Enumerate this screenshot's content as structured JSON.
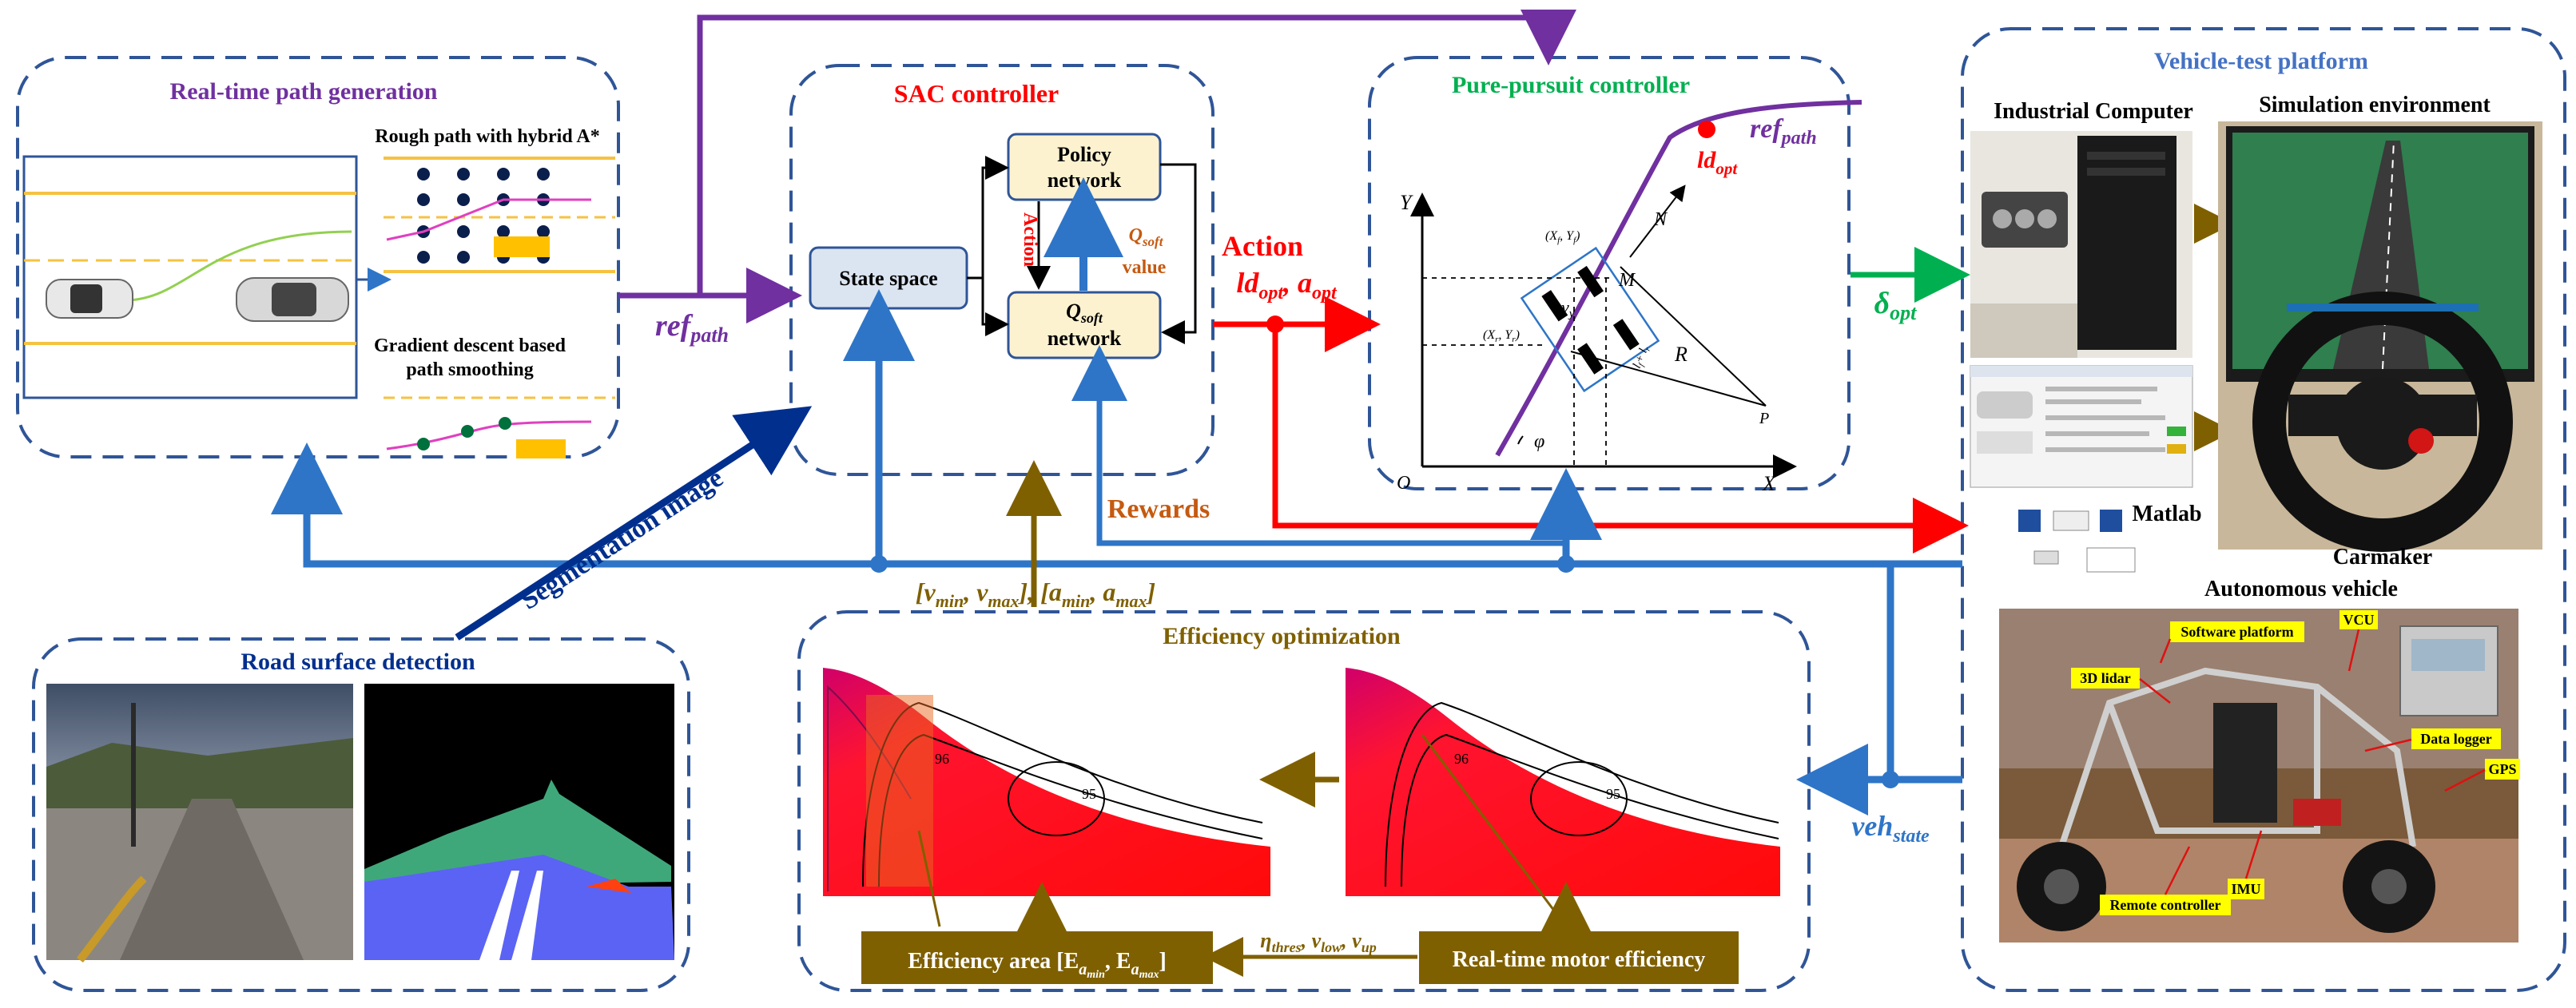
{
  "colors": {
    "frame": "#2f5597",
    "purple": "#7030a0",
    "blue": "#2e75c8",
    "red": "#ff0000",
    "green": "#00b050",
    "navy": "#002f8e",
    "brown": "#7f6000",
    "orange": "#c55a11",
    "node_fill": "#fdf2d0",
    "state_fill": "#dbe5f1"
  },
  "panels": {
    "path_gen": {
      "title": "Real-time path generation",
      "rough_label": "Rough path with hybrid  A*",
      "smooth_label_1": "Gradient descent based",
      "smooth_label_2": "path smoothing"
    },
    "sac": {
      "title": "SAC controller",
      "state_space": "State space",
      "policy_1": "Policy",
      "policy_2": "network",
      "q_1": "Q",
      "q_sub": "soft",
      "q_2": "network",
      "action_vert": "Action",
      "qsoft_value_1": "Q",
      "qsoft_value_sub": "soft",
      "qsoft_value_2": "value"
    },
    "pure_pursuit": {
      "title": "Pure-pursuit controller",
      "ref": "ref",
      "ref_sub": "path",
      "ld": "ld",
      "ld_sub": "opt",
      "axis_y": "Y",
      "axis_x": "X",
      "origin": "O",
      "label_N": "N",
      "label_M": "M",
      "label_R": "R",
      "label_P": "P",
      "label_phi": "φ",
      "label_vy": "v",
      "label_vy_sub": "y",
      "label_front": "(X",
      "label_front_sub": "f",
      "label_front_tail": ", Y",
      "label_front_sub2": "f",
      "label_front_end": ")",
      "label_rear": "(X",
      "label_rear_sub": "r",
      "label_rear_tail": ", Y",
      "label_rear_sub2": "r",
      "label_rear_end": ")",
      "label_lf": "l",
      "label_lf_sub": "f",
      "label_lr": "+ l",
      "label_lr_sub": "r"
    },
    "vehicle": {
      "title": "Vehicle-test platform",
      "industrial": "Industrial Computer",
      "simulation": "Simulation environment",
      "matlab": "Matlab",
      "carmaker": "Carmaker",
      "autonomous": "Autonomous vehicle",
      "callouts": [
        "Software platform",
        "VCU",
        "3D lidar",
        "Data logger",
        "GPS",
        "Remote controller",
        "IMU"
      ]
    },
    "road": {
      "title": "Road surface detection"
    },
    "efficiency": {
      "title": "Efficiency optimization",
      "area_1": "Efficiency area [E",
      "area_sub": "a",
      "area_subsub_min": "min",
      "area_mid": ", E",
      "area_subsub_max": "max",
      "area_end": "]",
      "motor": "Real-time motor efficiency",
      "contour_label": "96",
      "contour_label_2": "95"
    }
  },
  "arrows": {
    "ref_path": "ref",
    "ref_path_sub": "path",
    "action": "Action",
    "ld_opt": "ld",
    "ld_opt_sub": "opt",
    "a_opt": ", a",
    "a_opt_sub": "opt",
    "delta": "δ",
    "delta_sub": "opt",
    "segmentation": "Segmentation image",
    "rewards": "Rewards",
    "vrange": "[v",
    "vrange_min": "min",
    "vrange_mid": ", v",
    "vrange_max": "max",
    "vrange_end": "], [a",
    "arange_min": "min",
    "arange_mid": ", a",
    "arange_max": "max",
    "arange_end": "]",
    "veh": "veh",
    "veh_sub": "state",
    "eta": "η",
    "eta_sub": "thres",
    "vlow": ", v",
    "vlow_sub": "low",
    "vup": ", v",
    "vup_sub": "up"
  }
}
